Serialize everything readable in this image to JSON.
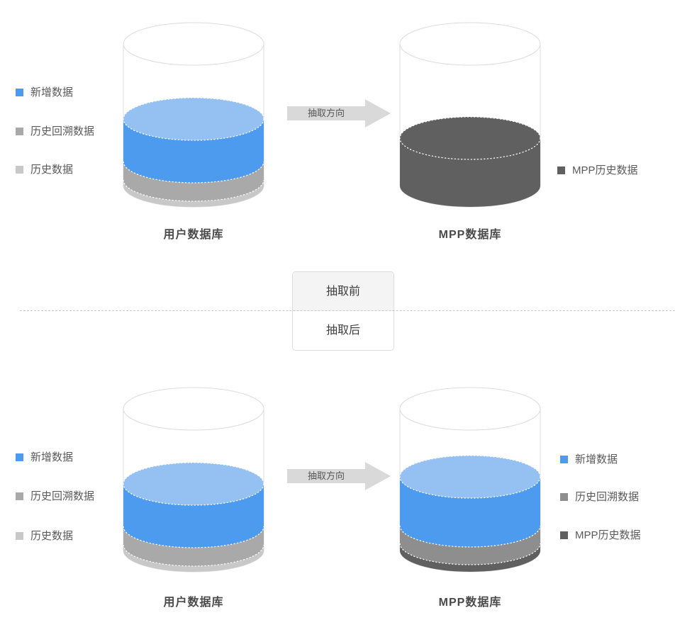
{
  "colors": {
    "blue": "#4D9BEE",
    "blue_face": "#94C1F2",
    "gray": "#A9A9A9",
    "gray_dark": "#8E8E8E",
    "light_gray": "#C8C8C8",
    "dark": "#606060",
    "arrow_fill": "#D9D9D9",
    "outline": "#DCDCDC",
    "white": "#FFFFFF",
    "dash": "#C9C9C9"
  },
  "divider": {
    "before_label": "抽取前",
    "after_label": "抽取后"
  },
  "sections": {
    "before": {
      "left_legend": [
        {
          "label": "新增数据",
          "color": "#4D9BEE"
        },
        {
          "label": "历史回溯数据",
          "color": "#A9A9A9"
        },
        {
          "label": "历史数据",
          "color": "#C8C8C8"
        }
      ],
      "right_legend": [
        {
          "label": "MPP历史数据",
          "color": "#606060"
        }
      ],
      "arrow_label": "抽取方向",
      "left_db_label": "用户数据库",
      "right_db_label": "MPP数据库"
    },
    "after": {
      "left_legend": [
        {
          "label": "新增数据",
          "color": "#4D9BEE"
        },
        {
          "label": "历史回溯数据",
          "color": "#A9A9A9"
        },
        {
          "label": "历史数据",
          "color": "#C8C8C8"
        }
      ],
      "right_legend": [
        {
          "label": "新增数据",
          "color": "#4D9BEE"
        },
        {
          "label": "历史回溯数据",
          "color": "#8E8E8E"
        },
        {
          "label": "MPP历史数据",
          "color": "#606060"
        }
      ],
      "arrow_label": "抽取方向",
      "left_db_label": "用户数据库",
      "right_db_label": "MPP数据库"
    }
  }
}
